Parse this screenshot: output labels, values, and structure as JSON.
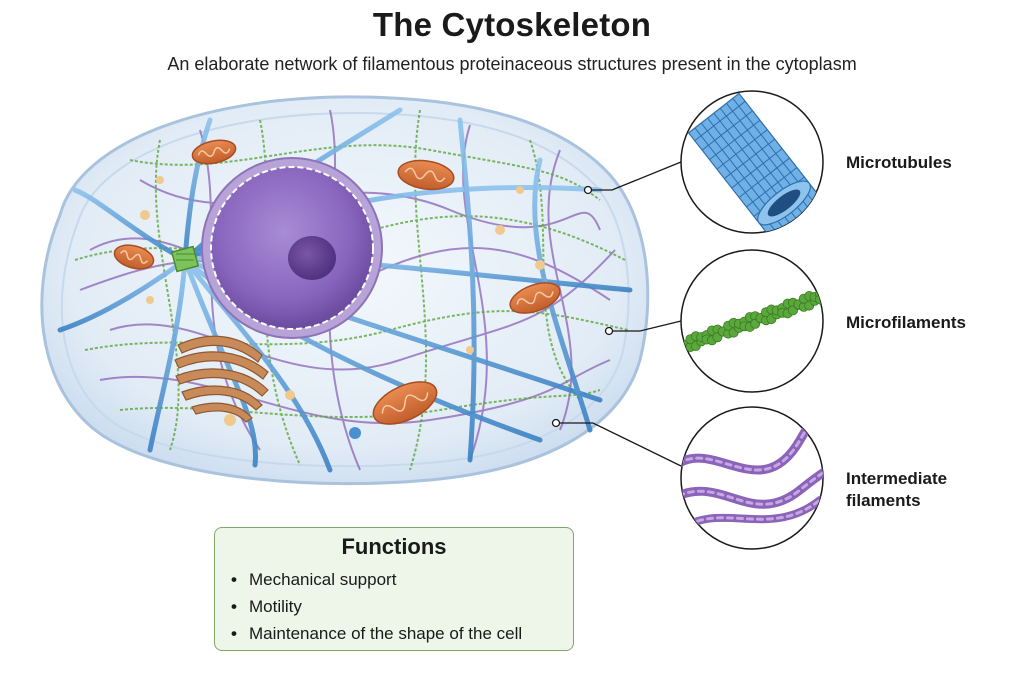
{
  "title": "The Cytoskeleton",
  "subtitle": "An elaborate network of filamentous proteinaceous structures present in the cytoplasm",
  "callouts": [
    {
      "label": "Microtubules",
      "color": "#4a90d0"
    },
    {
      "label": "Microfilaments",
      "color": "#5aa83c"
    },
    {
      "label": "Intermediate filaments",
      "label_line1": "Intermediate",
      "label_line2": "filaments",
      "color": "#8b63b8"
    }
  ],
  "functions": {
    "title": "Functions",
    "items": [
      "Mechanical support",
      "Motility",
      "Maintenance of the shape of the cell"
    ]
  },
  "colors": {
    "cell_membrane": "#dbe8f4",
    "nucleus": "#8e6bbf",
    "mitochondria": "#d9733f",
    "golgi": "#c98a5a",
    "centrosome": "#7cc35c",
    "functions_box_bg": "#eef5e9",
    "functions_box_border": "#7fa86c"
  }
}
